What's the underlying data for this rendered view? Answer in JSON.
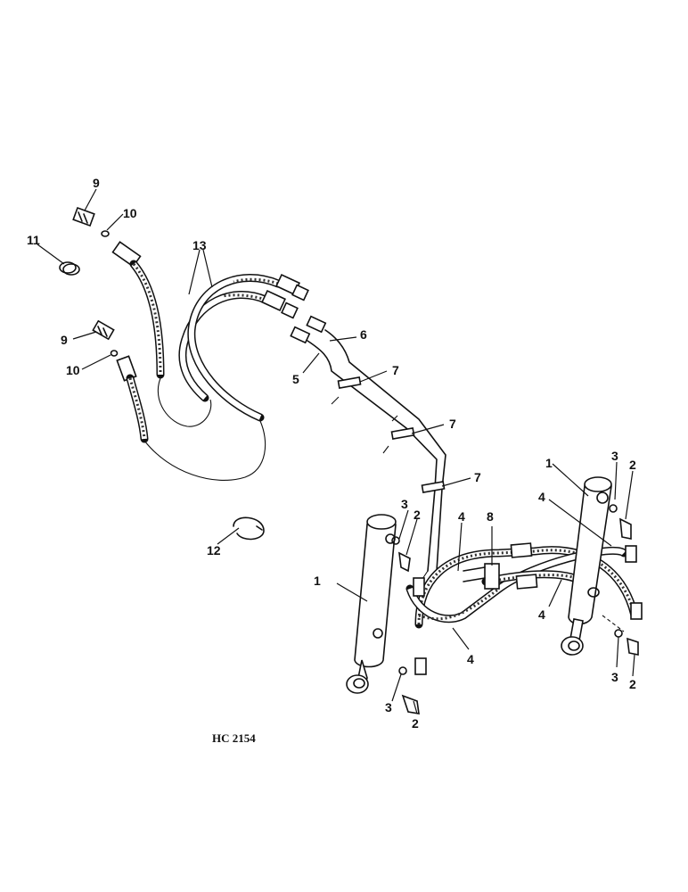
{
  "drawing_code": "HC 2154",
  "callouts": {
    "c1a": "1",
    "c1b": "1",
    "c2a": "2",
    "c2b": "2",
    "c2c": "2",
    "c2d": "2",
    "c3a": "3",
    "c3b": "3",
    "c3c": "3",
    "c3d": "3",
    "c4a": "4",
    "c4b": "4",
    "c4c": "4",
    "c4d": "4",
    "c5": "5",
    "c6": "6",
    "c7a": "7",
    "c7b": "7",
    "c7c": "7",
    "c8": "8",
    "c9a": "9",
    "c9b": "9",
    "c10a": "10",
    "c10b": "10",
    "c11": "11",
    "c12": "12",
    "c13": "13"
  }
}
